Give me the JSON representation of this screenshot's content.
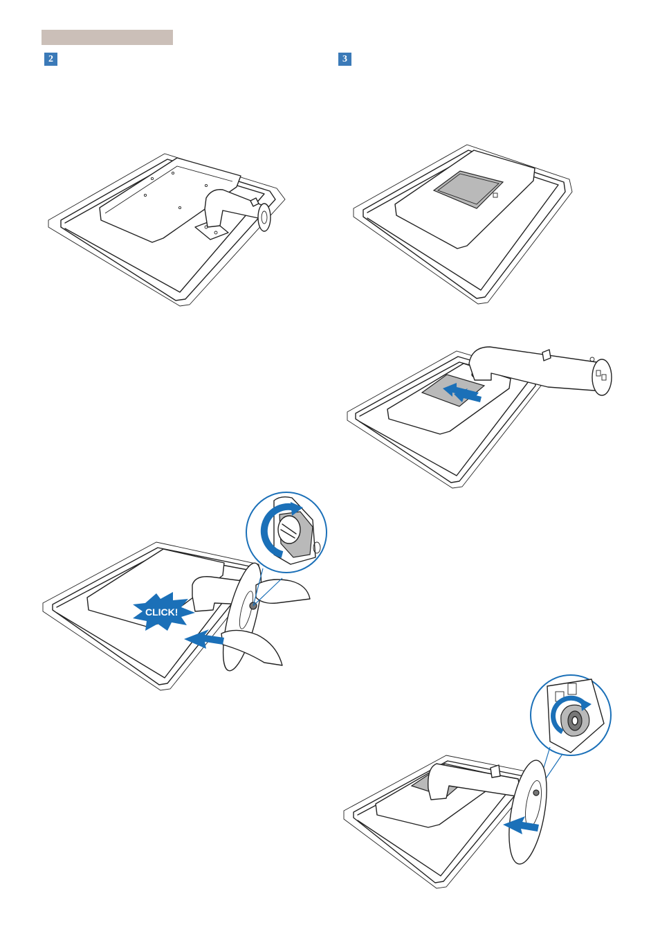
{
  "header": {
    "section_bar_color": "#cbbfb8"
  },
  "steps": [
    {
      "number": "2"
    },
    {
      "number": "3"
    }
  ],
  "callouts": {
    "click_label": "CLICK!"
  },
  "colors": {
    "accent_blue": "#1b70b8",
    "badge_blue": "#3b7ab8"
  }
}
